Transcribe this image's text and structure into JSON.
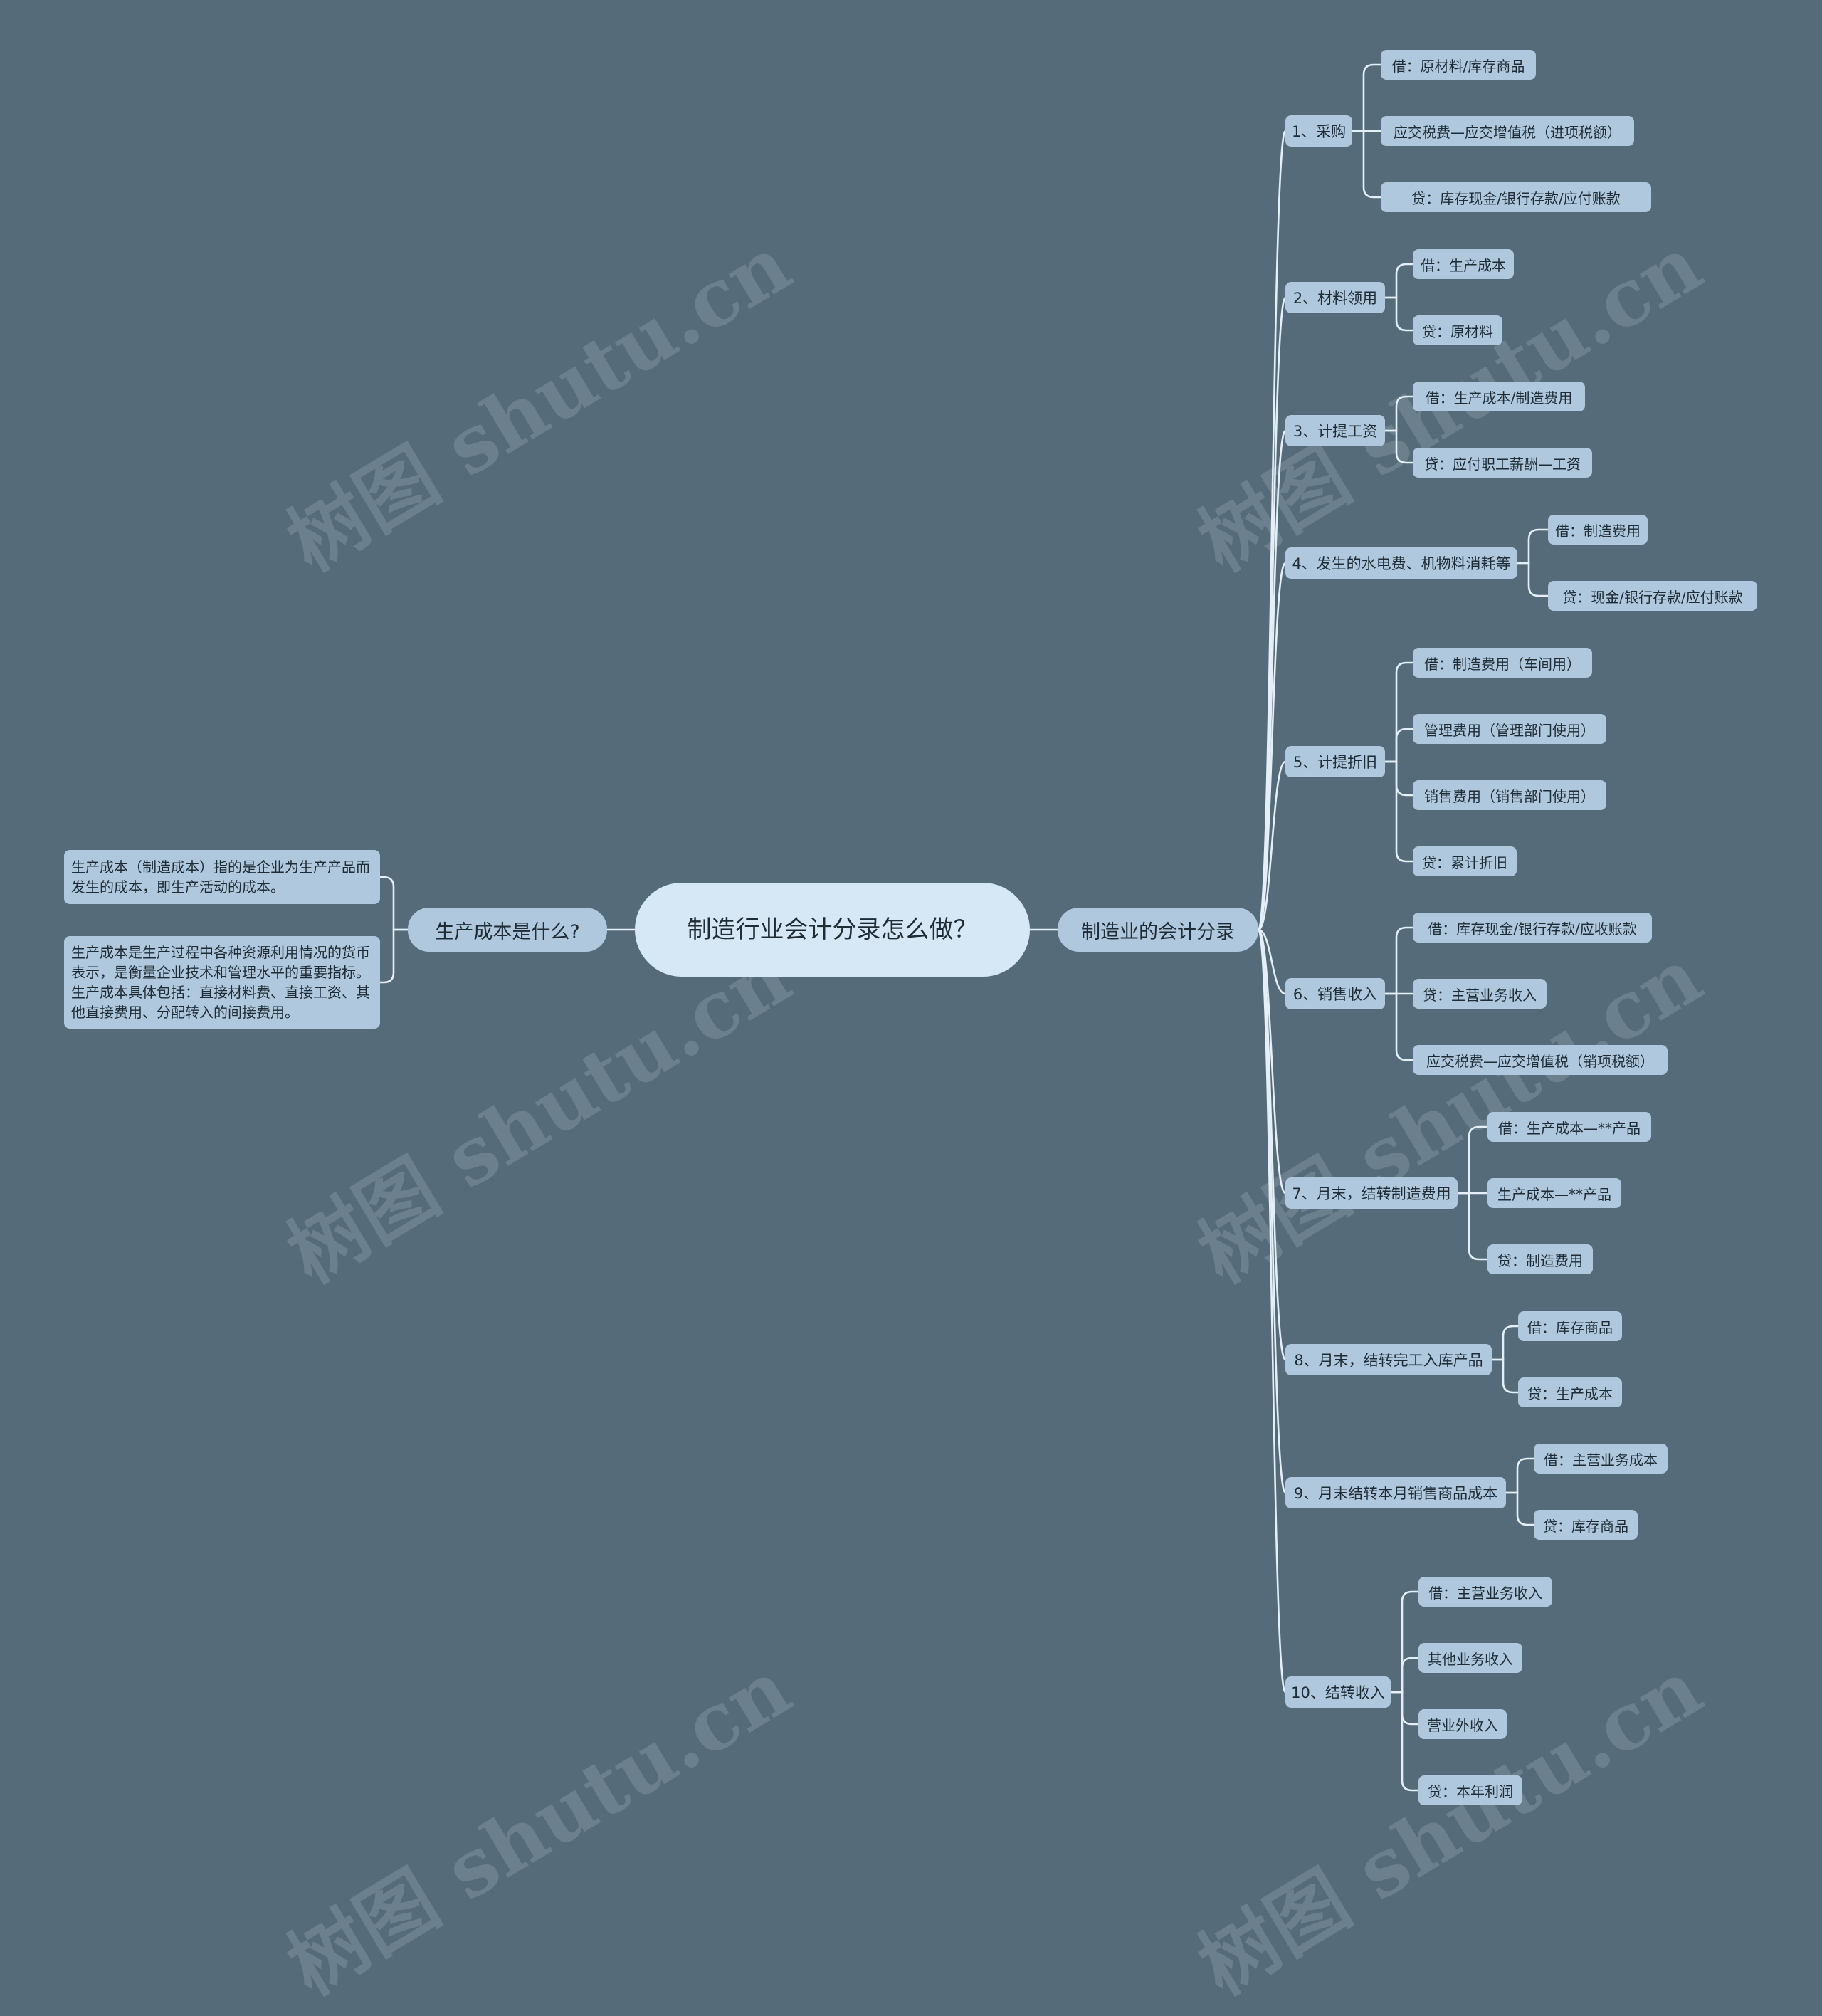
{
  "root": {
    "label": "制造行业会计分录怎么做？"
  },
  "left": {
    "label": "生产成本是什么?",
    "notes": [
      "生产成本（制造成本）指的是企业为生产产品而发生的成本，即生产活动的成本。",
      "生产成本是生产过程中各种资源利用情况的货币表示，是衡量企业技术和管理水平的重要指标。生产成本具体包括：直接材料费、直接工资、其他直接费用、分配转入的间接费用。"
    ]
  },
  "right": {
    "label": "制造业的会计分录",
    "steps": [
      {
        "label": "1、采购",
        "items": [
          "借：原材料/库存商品",
          "应交税费—应交增值税（进项税额）",
          "贷：库存现金/银行存款/应付账款"
        ]
      },
      {
        "label": "2、材料领用",
        "items": [
          "借：生产成本",
          "贷：原材料"
        ]
      },
      {
        "label": "3、计提工资",
        "items": [
          "借：生产成本/制造费用",
          "贷：应付职工薪酬—工资"
        ]
      },
      {
        "label": "4、发生的水电费、机物料消耗等",
        "items": [
          "借：制造费用",
          "贷：现金/银行存款/应付账款"
        ]
      },
      {
        "label": "5、计提折旧",
        "items": [
          "借：制造费用（车间用）",
          "管理费用（管理部门使用）",
          "销售费用（销售部门使用）",
          "贷：累计折旧"
        ]
      },
      {
        "label": "6、销售收入",
        "items": [
          "借：库存现金/银行存款/应收账款",
          "贷：主营业务收入",
          "应交税费—应交增值税（销项税额）"
        ]
      },
      {
        "label": "7、月末，结转制造费用",
        "items": [
          "借：生产成本—**产品",
          "生产成本—**产品",
          "贷：制造费用"
        ]
      },
      {
        "label": "8、月末，结转完工入库产品",
        "items": [
          "借：库存商品",
          "贷：生产成本"
        ]
      },
      {
        "label": "9、月末结转本月销售商品成本",
        "items": [
          "借：主营业务成本",
          "贷：库存商品"
        ]
      },
      {
        "label": "10、结转收入",
        "items": [
          "借：主营业务收入",
          "其他业务收入",
          "营业外收入",
          "贷：本年利润"
        ]
      }
    ]
  },
  "watermark": "树图 shutu.cn",
  "colors": {
    "background": "#566b7a",
    "root": "#d6e8f5",
    "node": "#afc8dd",
    "line": "#e4eff7"
  }
}
